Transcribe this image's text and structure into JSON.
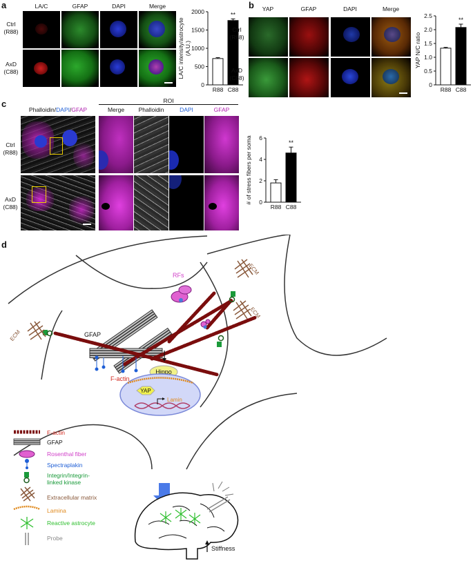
{
  "panel_a": {
    "label": "a",
    "headers": [
      "LA/C",
      "GFAP",
      "DAPI",
      "Merge"
    ],
    "rows": [
      {
        "line1": "Ctrl",
        "line2": "(R88)"
      },
      {
        "line1": "AxD",
        "line2": "(C88)"
      }
    ]
  },
  "panel_b": {
    "label": "b",
    "headers": [
      "YAP",
      "GFAP",
      "DAPI",
      "Merge"
    ],
    "rows": [
      {
        "line1": "Ctrl",
        "line2": "(R88)"
      },
      {
        "line1": "AxD",
        "line2": "(C88)"
      }
    ]
  },
  "panel_c": {
    "label": "c",
    "left_header_parts": [
      {
        "text": "Phalloidin/",
        "color": "#111111"
      },
      {
        "text": "DAPI",
        "color": "#1f5fd6"
      },
      {
        "text": "/",
        "color": "#111111"
      },
      {
        "text": "GFAP",
        "color": "#b020b0"
      }
    ],
    "roi_title": "ROI",
    "roi_headers": [
      {
        "text": "Merge",
        "color": "#111111"
      },
      {
        "text": "Phalloidin",
        "color": "#111111"
      },
      {
        "text": "DAPI",
        "color": "#1f5fd6"
      },
      {
        "text": "GFAP",
        "color": "#b020b0"
      }
    ],
    "rows": [
      {
        "line1": "Ctrl",
        "line2": "(R88)"
      },
      {
        "line1": "AxD",
        "line2": "(C88)"
      }
    ]
  },
  "panel_d": {
    "label": "d",
    "diagram": {
      "gfap": "GFAP",
      "rfs": "RFs",
      "ecm": "ECM",
      "factin": "F-actin",
      "hippo": "Hippo",
      "yap": "YAP",
      "lamin": "Lamin",
      "stiffness": "Stiffness"
    },
    "legend": [
      {
        "text": "F-actin",
        "color": "#d2281e",
        "icon": "f-actin-icon"
      },
      {
        "text": "GFAP",
        "color": "#111111",
        "icon": "gfap-filament-icon"
      },
      {
        "text": "Rosenthal fiber",
        "color": "#d040c8",
        "icon": "rosenthal-fiber-icon"
      },
      {
        "text": "Spectraplakin",
        "color": "#1f5fd6",
        "icon": "spectraplakin-icon"
      },
      {
        "text": "Integrin/Integrin-",
        "text2": "linked kinase",
        "color": "#1a9a3a",
        "icon": "integrin-icon"
      },
      {
        "text": "Extracellular matrix",
        "color": "#8a5a3c",
        "icon": "ecm-icon"
      },
      {
        "text": "Lamina",
        "color": "#e08a1e",
        "icon": "lamina-icon"
      },
      {
        "text": "Reactive astrocyte",
        "color": "#2fbf2f",
        "icon": "reactive-astrocyte-icon"
      },
      {
        "text": "Probe",
        "color": "#888888",
        "icon": "probe-icon"
      }
    ]
  },
  "chart_data": [
    {
      "type": "bar",
      "categories": [
        "R88",
        "C88"
      ],
      "values": [
        720,
        1760
      ],
      "errors": [
        25,
        45
      ],
      "significance": "**",
      "ylabel": "LA/C intensity/astrocyte",
      "ylabel2": "(A.U.)",
      "ylim": [
        0,
        2000
      ],
      "yticks": [
        0,
        500,
        1000,
        1500,
        2000
      ],
      "fills": [
        "#ffffff",
        "#000000"
      ]
    },
    {
      "type": "bar",
      "categories": [
        "R88",
        "C88"
      ],
      "values": [
        1.33,
        2.08
      ],
      "errors": [
        0.03,
        0.12
      ],
      "significance": "**",
      "ylabel": "YAP N/C ratio",
      "ylim": [
        0,
        2.5
      ],
      "yticks": [
        "0",
        "0.5",
        "1.0",
        "1.5",
        "2.0",
        "2.5"
      ],
      "fills": [
        "#ffffff",
        "#000000"
      ]
    },
    {
      "type": "bar",
      "categories": [
        "R88",
        "C88"
      ],
      "values": [
        1.8,
        4.6
      ],
      "errors": [
        0.3,
        0.55
      ],
      "significance": "**",
      "ylabel": "# of stress fibers per soma",
      "ylim": [
        0,
        6
      ],
      "yticks": [
        0,
        2,
        4,
        6
      ],
      "fills": [
        "#ffffff",
        "#000000"
      ]
    }
  ]
}
